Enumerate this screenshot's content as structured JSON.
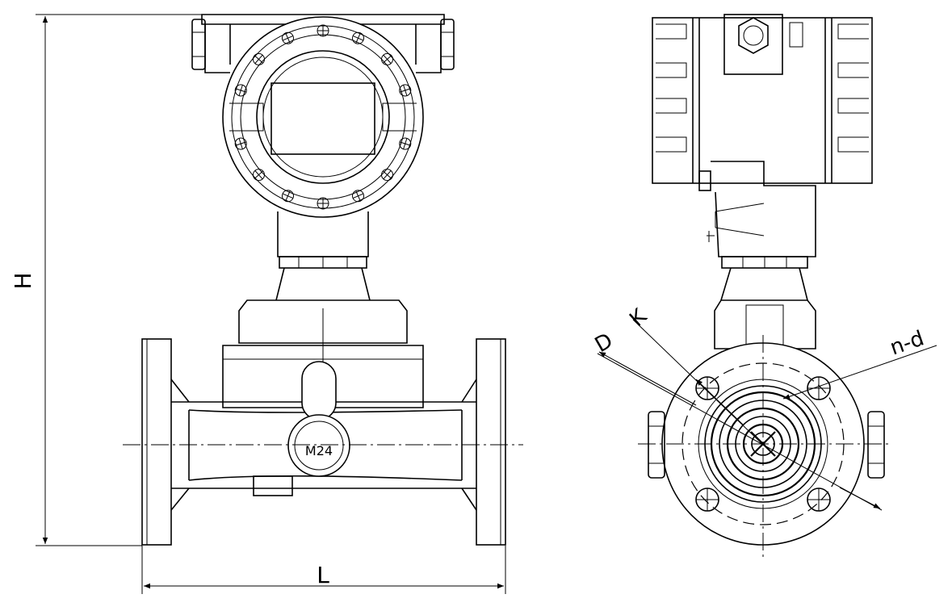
{
  "labels": {
    "height": "H",
    "length": "L",
    "connector": "M24",
    "flange_od": "D",
    "bolt_circle": "K",
    "bolt_holes": "n-d"
  }
}
